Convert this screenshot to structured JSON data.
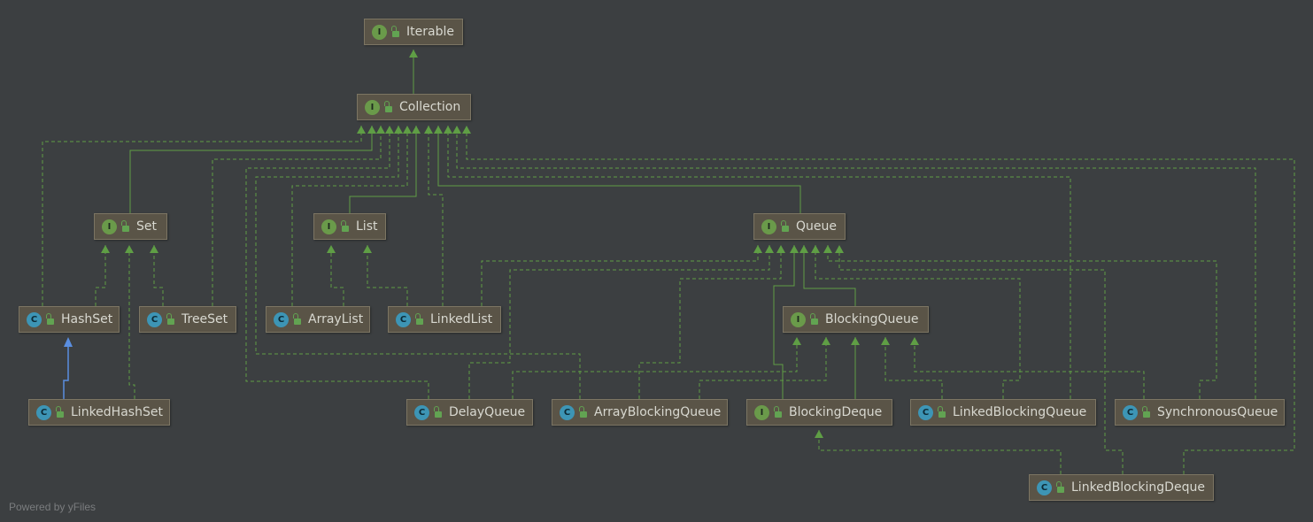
{
  "nodes": {
    "iterable": {
      "kind": "I",
      "label": "Iterable"
    },
    "collection": {
      "kind": "I",
      "label": "Collection"
    },
    "set": {
      "kind": "I",
      "label": "Set"
    },
    "list": {
      "kind": "I",
      "label": "List"
    },
    "queue": {
      "kind": "I",
      "label": "Queue"
    },
    "hashset": {
      "kind": "C",
      "label": "HashSet"
    },
    "treeset": {
      "kind": "C",
      "label": "TreeSet"
    },
    "arraylist": {
      "kind": "C",
      "label": "ArrayList"
    },
    "linkedlist": {
      "kind": "C",
      "label": "LinkedList"
    },
    "blockingqueue": {
      "kind": "I",
      "label": "BlockingQueue"
    },
    "linkedhashset": {
      "kind": "C",
      "label": "LinkedHashSet"
    },
    "delayqueue": {
      "kind": "C",
      "label": "DelayQueue"
    },
    "arrayblockingqueue": {
      "kind": "C",
      "label": "ArrayBlockingQueue"
    },
    "blockingdeque": {
      "kind": "I",
      "label": "BlockingDeque"
    },
    "linkedblockingqueue": {
      "kind": "C",
      "label": "LinkedBlockingQueue"
    },
    "synchronousqueue": {
      "kind": "C",
      "label": "SynchronousQueue"
    },
    "linkedblockingdeque": {
      "kind": "C",
      "label": "LinkedBlockingDeque"
    }
  },
  "colors": {
    "background": "#3c3f41",
    "interface_badge": "#6a9a4a",
    "class_badge": "#3d95b5",
    "edge_implements": "#5f9e45",
    "edge_extends_class": "#5a8ee0"
  },
  "footer": "Powered by yFiles"
}
